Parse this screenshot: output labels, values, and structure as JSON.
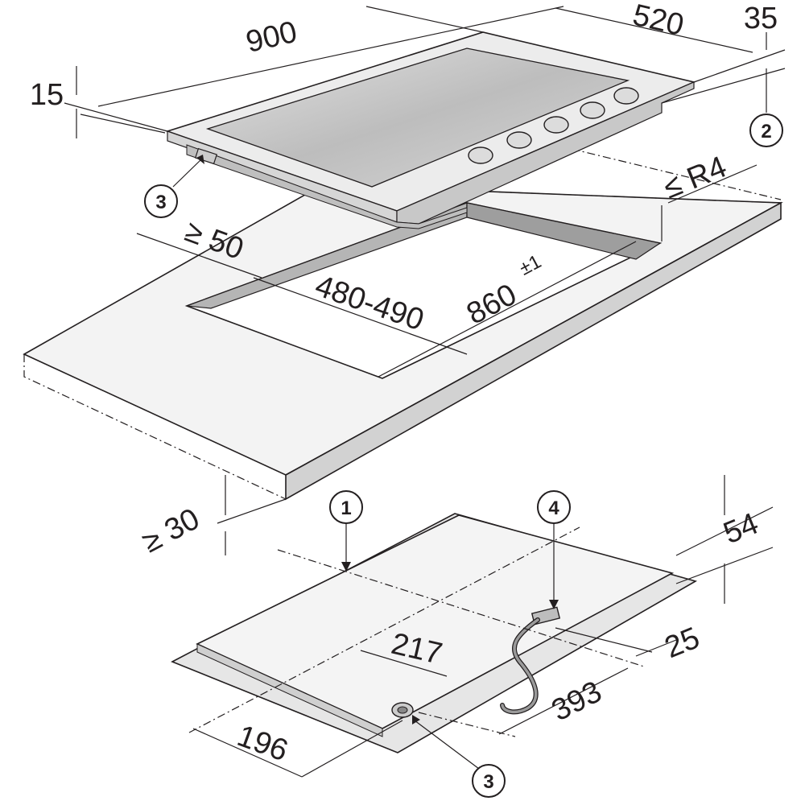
{
  "dimensions": {
    "width_900": "900",
    "depth_520": "520",
    "knob_35": "35",
    "thickness_15": "15",
    "radius": "≤ R4",
    "clearance_50": "≥ 50",
    "cutout_depth": "480-490",
    "cutout_width": "860",
    "cutout_tolerance": "±1",
    "worktop_30": "≥ 30",
    "height_54": "54",
    "offset_217": "217",
    "offset_25": "25",
    "offset_393": "393",
    "offset_196": "196"
  },
  "callouts": {
    "c1": "1",
    "c2": "2",
    "c3_top": "3",
    "c3_bottom": "3",
    "c4": "4"
  },
  "colors": {
    "line": "#231f20",
    "worktop_top": "#f2f2f2",
    "worktop_edge": "#d0d0d0",
    "cutout_wall": "#b8b8b8",
    "hob_frame": "#ebebeb",
    "glass": "#cfcfcf",
    "underside": "#e4e4e4"
  }
}
